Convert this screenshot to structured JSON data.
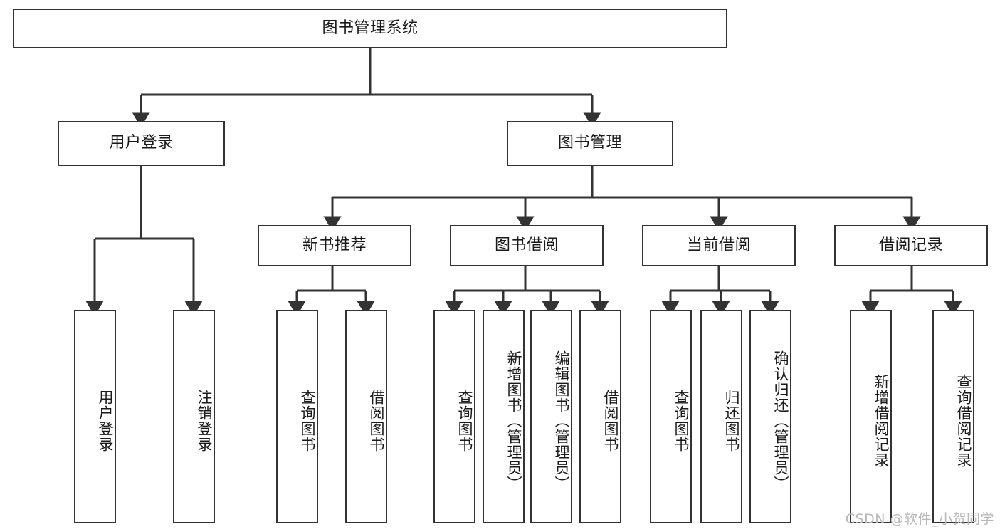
{
  "diagram": {
    "title": "图书管理系统",
    "type": "tree",
    "watermark": "CSDN @软件_小贺同学",
    "colors": {
      "box_border": "#333333",
      "box_fill": "#ffffff",
      "edge": "#333333",
      "text": "#1a1a1a",
      "watermark": "#b8b8b8",
      "background": "#ffffff"
    },
    "root": {
      "label": "图书管理系统"
    },
    "level2": [
      {
        "label": "用户登录"
      },
      {
        "label": "图书管理"
      }
    ],
    "level3": [
      {
        "label": "新书推荐"
      },
      {
        "label": "图书借阅"
      },
      {
        "label": "当前借阅"
      },
      {
        "label": "借阅记录"
      }
    ],
    "leaves": {
      "user_login": [
        {
          "label": "用户登录"
        },
        {
          "label": "注销登录"
        }
      ],
      "new_book_recommend": [
        {
          "label": "查询图书"
        },
        {
          "label": "借阅图书"
        }
      ],
      "book_borrow": [
        {
          "label": "查询图书"
        },
        {
          "label": "新增图书（管理员）"
        },
        {
          "label": "编辑图书（管理员）"
        },
        {
          "label": "借阅图书"
        }
      ],
      "current_borrow": [
        {
          "label": "查询图书"
        },
        {
          "label": "归还图书"
        },
        {
          "label": "确认归还（管理员）"
        }
      ],
      "borrow_record": [
        {
          "label": "新增借阅记录"
        },
        {
          "label": "查询借阅记录"
        }
      ]
    }
  }
}
